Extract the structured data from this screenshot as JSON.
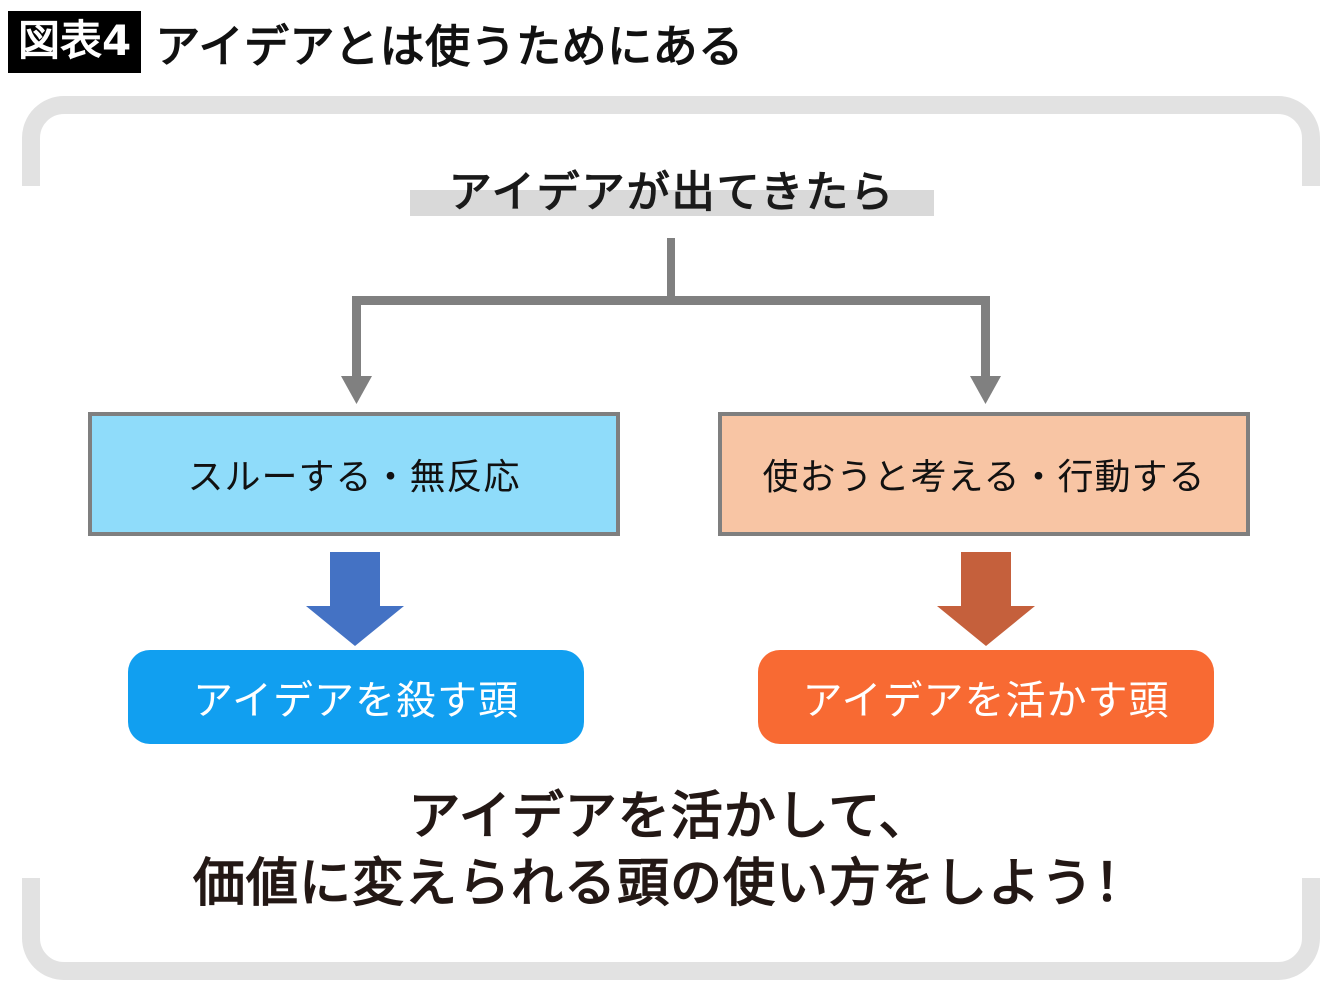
{
  "header": {
    "badge": "図表4",
    "title": "アイデアとは使うためにある"
  },
  "diagram": {
    "top_node": {
      "label": "アイデアが出てきたら",
      "highlight_color": "#d9d9d9"
    },
    "connector": {
      "color": "#808080",
      "icon": "tree-branch-connector"
    },
    "branches": [
      {
        "id": "left",
        "label": "スルーする・無反応",
        "fill": "#8fdcfa",
        "border": "#7f7f7f",
        "arrow_icon": "down-block-arrow-icon",
        "arrow_color": "#4472c4",
        "result": {
          "label": "アイデアを殺す頭",
          "fill": "#119ff0",
          "text_color": "#ffffff"
        }
      },
      {
        "id": "right",
        "label": "使おうと考える・行動する",
        "fill": "#f8c5a4",
        "border": "#7f7f7f",
        "arrow_icon": "down-block-arrow-icon",
        "arrow_color": "#c5603c",
        "result": {
          "label": "アイデアを活かす頭",
          "fill": "#f86a33",
          "text_color": "#ffffff"
        }
      }
    ],
    "conclusion": {
      "line_1": "アイデアを活かして、",
      "line_2": "価値に変えられる頭の使い方をしよう！",
      "color": "#231815"
    },
    "frame": {
      "color": "#e2e2e2",
      "icon": "rounded-bracket-frame"
    }
  }
}
